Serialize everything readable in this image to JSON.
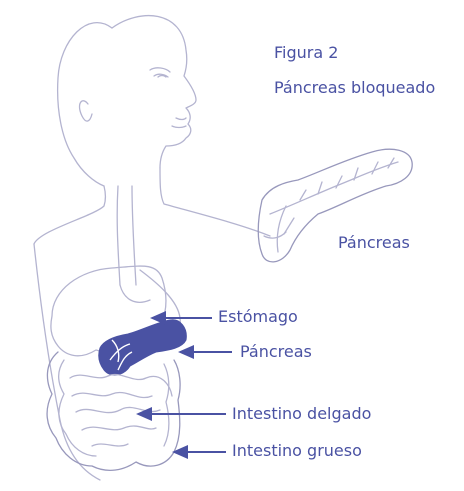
{
  "figure": {
    "title": "Figura 2",
    "subtitle": "Páncreas bloqueado"
  },
  "labels": {
    "pancreas_detail": "Páncreas",
    "estomago": "Estómago",
    "pancreas": "Páncreas",
    "intestino_delgado": "Intestino delgado",
    "intestino_grueso": "Intestino grueso"
  },
  "colors": {
    "accent": "#4a52a3",
    "outline": "#b4b4d0",
    "pancreas_fill": "#4a52a3",
    "background": "#ffffff"
  }
}
